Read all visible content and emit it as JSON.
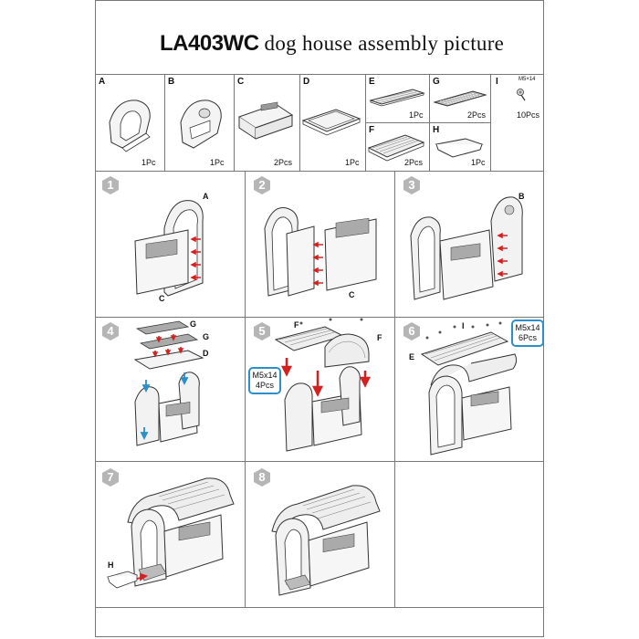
{
  "header": {
    "model": "LA403WC",
    "description": "dog house assembly picture"
  },
  "parts": [
    {
      "letter": "A",
      "qty": "1Pc"
    },
    {
      "letter": "B",
      "qty": "1Pc"
    },
    {
      "letter": "C",
      "qty": "2Pcs"
    },
    {
      "letter": "D",
      "qty": "1Pc"
    },
    {
      "letter": "E",
      "qty": "1Pc"
    },
    {
      "letter": "G",
      "qty": "2Pcs"
    },
    {
      "letter": "I",
      "qty": "10Pcs",
      "spec": "M5×14"
    },
    {
      "letter": "F",
      "qty": "2Pcs"
    },
    {
      "letter": "H",
      "qty": "1Pc"
    }
  ],
  "steps": [
    {
      "number": "1",
      "labels": [
        "A",
        "C"
      ]
    },
    {
      "number": "2",
      "labels": [
        "C"
      ]
    },
    {
      "number": "3",
      "labels": [
        "B"
      ]
    },
    {
      "number": "4",
      "labels": [
        "G",
        "G",
        "D"
      ]
    },
    {
      "number": "5",
      "labels": [
        "F",
        "F"
      ],
      "callout": {
        "spec": "M5x14",
        "qty": "4Pcs"
      }
    },
    {
      "number": "6",
      "labels": [
        "I",
        "E"
      ],
      "callout": {
        "spec": "M5x14",
        "qty": "6Pcs"
      }
    },
    {
      "number": "7",
      "labels": [
        "H"
      ]
    },
    {
      "number": "8",
      "labels": []
    }
  ],
  "colors": {
    "arrow_red": "#d42020",
    "arrow_blue": "#2c8fc9",
    "callout_border": "#2c8fc9",
    "badge": "#b5b5b5"
  }
}
